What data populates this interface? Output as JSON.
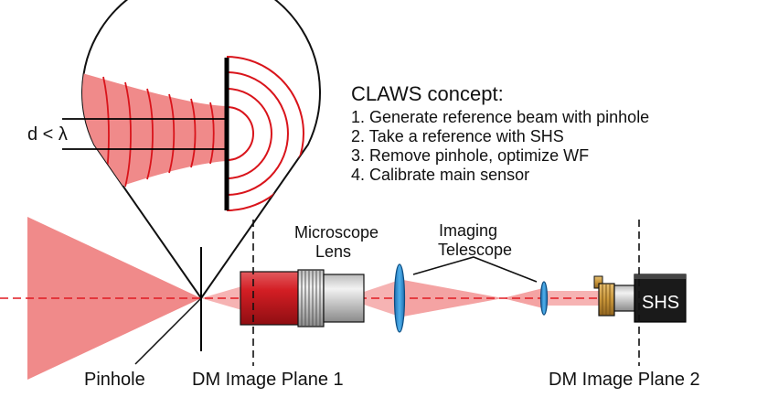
{
  "colors": {
    "beam": "#f08a8a",
    "beam_light": "#f6b3b3",
    "wavefront": "#d9141b",
    "axis": "#e01b22",
    "microscope_red": "#c8181e",
    "lens_blue": "#2f8fd0",
    "shs_body": "#1a1a1a",
    "brass": "#c9963a"
  },
  "labels": {
    "d_lambda": "d < λ",
    "microscope": [
      "Microscope",
      "Lens"
    ],
    "telescope": [
      "Imaging",
      "Telescope"
    ],
    "pinhole": "Pinhole",
    "plane1": "DM Image Plane 1",
    "plane2": "DM Image Plane 2",
    "shs": "SHS"
  },
  "concept": {
    "title": "CLAWS concept:",
    "steps": [
      "1. Generate reference beam with pinhole",
      "2. Take a reference with SHS",
      "3. Remove pinhole, optimize WF",
      "4. Calibrate main sensor"
    ]
  }
}
